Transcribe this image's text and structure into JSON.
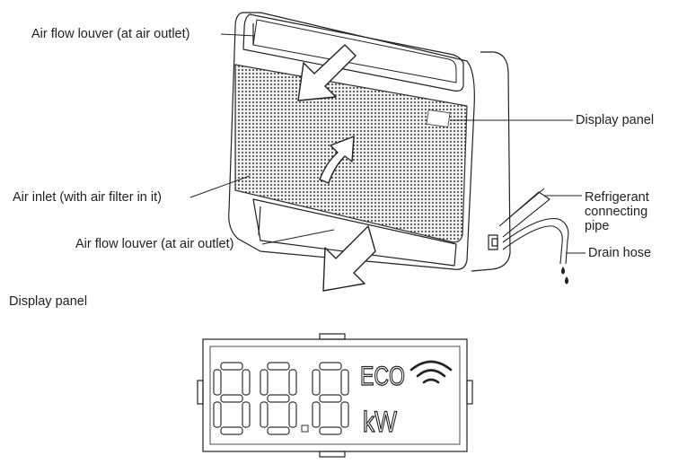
{
  "labels": {
    "top_louver": "Air flow louver (at air outlet)",
    "display_panel": "Display panel",
    "air_inlet": "Air inlet (with air filter in it)",
    "refrigerant_line1": "Refrigerant",
    "refrigerant_line2": "connecting",
    "refrigerant_line3": "pipe",
    "bottom_louver": "Air flow louver (at air outlet)",
    "drain_hose": "Drain hose",
    "section_title": "Display panel"
  },
  "display": {
    "eco_label": "ECO",
    "unit_label": "kW",
    "digit_segments": [
      "8",
      "8",
      "8"
    ],
    "wifi_icon": "wifi-icon"
  },
  "colors": {
    "line": "#222222",
    "grille": "#555555",
    "segment": "#333333"
  }
}
